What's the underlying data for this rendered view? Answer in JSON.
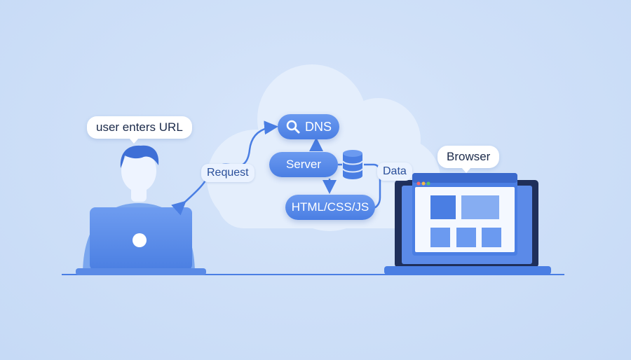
{
  "labels": {
    "user_bubble": "user enters URL",
    "browser_bubble": "Browser",
    "dns": "DNS",
    "server": "Server",
    "html": "HTML/CSS/JS",
    "request": "Request",
    "data": "Data"
  },
  "icons": {
    "dns": "magnifier-icon",
    "database": "database-icon",
    "user": "person-icon",
    "laptop": "laptop-icon",
    "browser_window": "browser-window-icon"
  },
  "colors": {
    "background": "#cfe0f8",
    "accent": "#4a7ee3",
    "accent_light": "#6b9af0",
    "cloud": "#e4eefc",
    "navy": "#1f2f5a",
    "text_dark": "#1b2a4a"
  }
}
